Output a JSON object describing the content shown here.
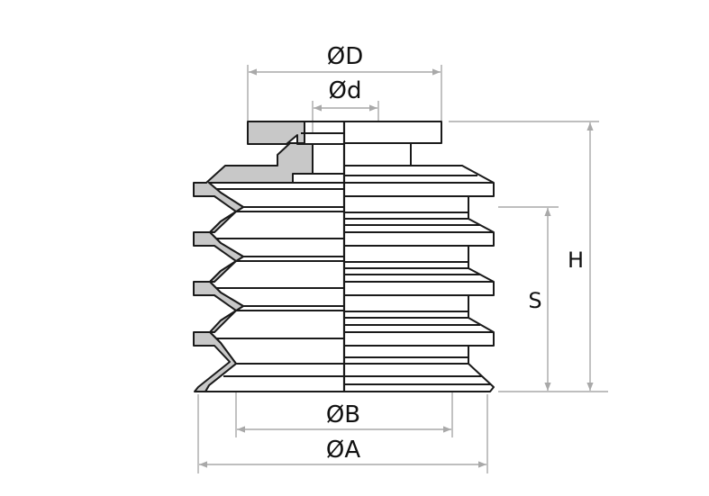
{
  "labels": {
    "D": "ØD",
    "d": "Ød",
    "B": "ØB",
    "A": "ØA",
    "H": "H",
    "S": "S"
  },
  "colors": {
    "outline": "#1a1a1a",
    "section_fill": "#c8c8c8",
    "body_fill": "#ffffff",
    "dimension_line": "#a9a9a9",
    "text": "#111111"
  }
}
